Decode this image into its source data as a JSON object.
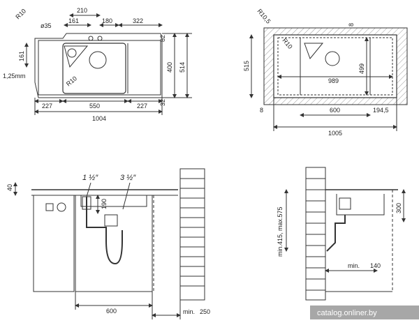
{
  "top_left": {
    "r10": "R10",
    "d35": "ø35",
    "d210": "210",
    "d161a": "161",
    "d180": "180",
    "d322": "322",
    "d82": "82",
    "d400": "400",
    "d514": "514",
    "d32": "32",
    "d161b": "161",
    "d125": "1,25mm",
    "r10_inner": "R10",
    "d227a": "227",
    "d550": "550",
    "d227b": "227",
    "d1004": "1004"
  },
  "top_right": {
    "r105": "R10,5",
    "r10": "R10",
    "d8a": "8",
    "d515": "515",
    "d499": "499",
    "d989": "989",
    "d8b": "8",
    "d600": "600",
    "d1945": "194,5",
    "d1005": "1005"
  },
  "bottom_left": {
    "d40": "40",
    "thread1": "1 ½″",
    "thread2": "3 ½″",
    "d190": "190",
    "d600": "600",
    "min": "min.",
    "d250": "250"
  },
  "bottom_right": {
    "minmax": "min.415, max.575",
    "d300": "300",
    "min": "min.",
    "d140": "140"
  },
  "watermark": "catalog.onliner.by"
}
